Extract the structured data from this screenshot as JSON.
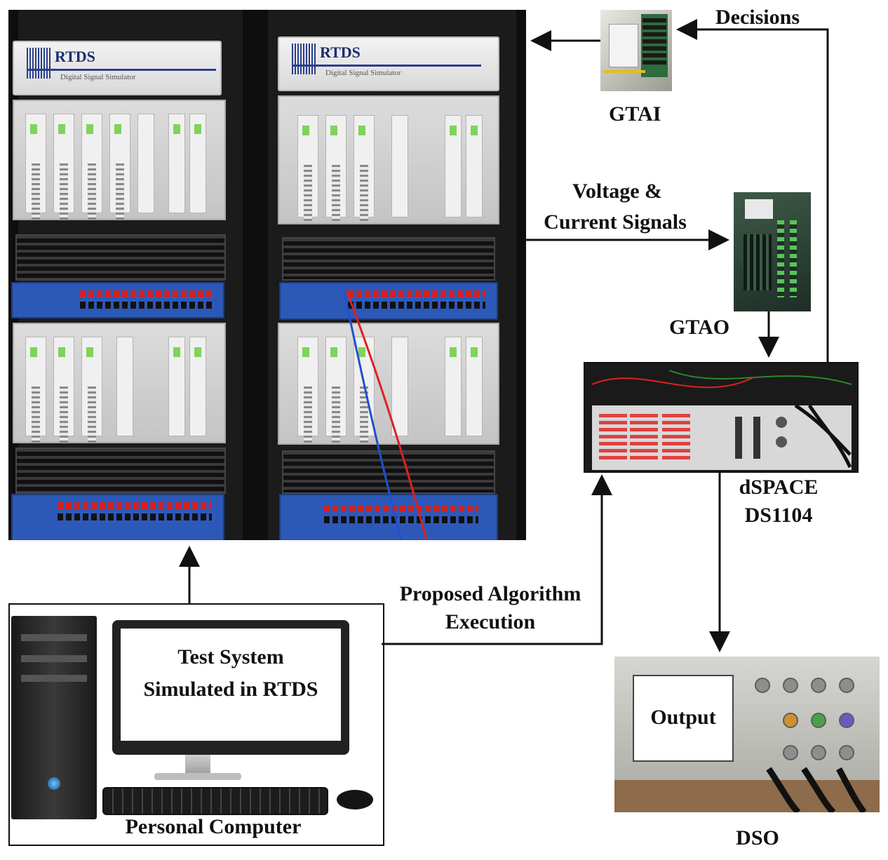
{
  "labels": {
    "decisions": "Decisions",
    "gtai": "GTAI",
    "voltage_line1": "Voltage &",
    "voltage_line2": "Current Signals",
    "gtao": "GTAO",
    "dspace_line1": "dSPACE",
    "dspace_line2": "DS1104",
    "algo_line1": "Proposed Algorithm",
    "algo_line2": "Execution",
    "monitor_line1": "Test System",
    "monitor_line2": "Simulated in RTDS",
    "personal_computer": "Personal Computer",
    "output": "Output",
    "dso": "DSO"
  },
  "rtds": {
    "logo_left": "RTDS",
    "logo_right": "RTDS",
    "subtitle": "Digital Signal Simulator"
  },
  "colors": {
    "arrow": "#111111",
    "panel_blue": "#2c59b8",
    "red_cable": "#e02020",
    "blue_cable": "#2050d0"
  }
}
